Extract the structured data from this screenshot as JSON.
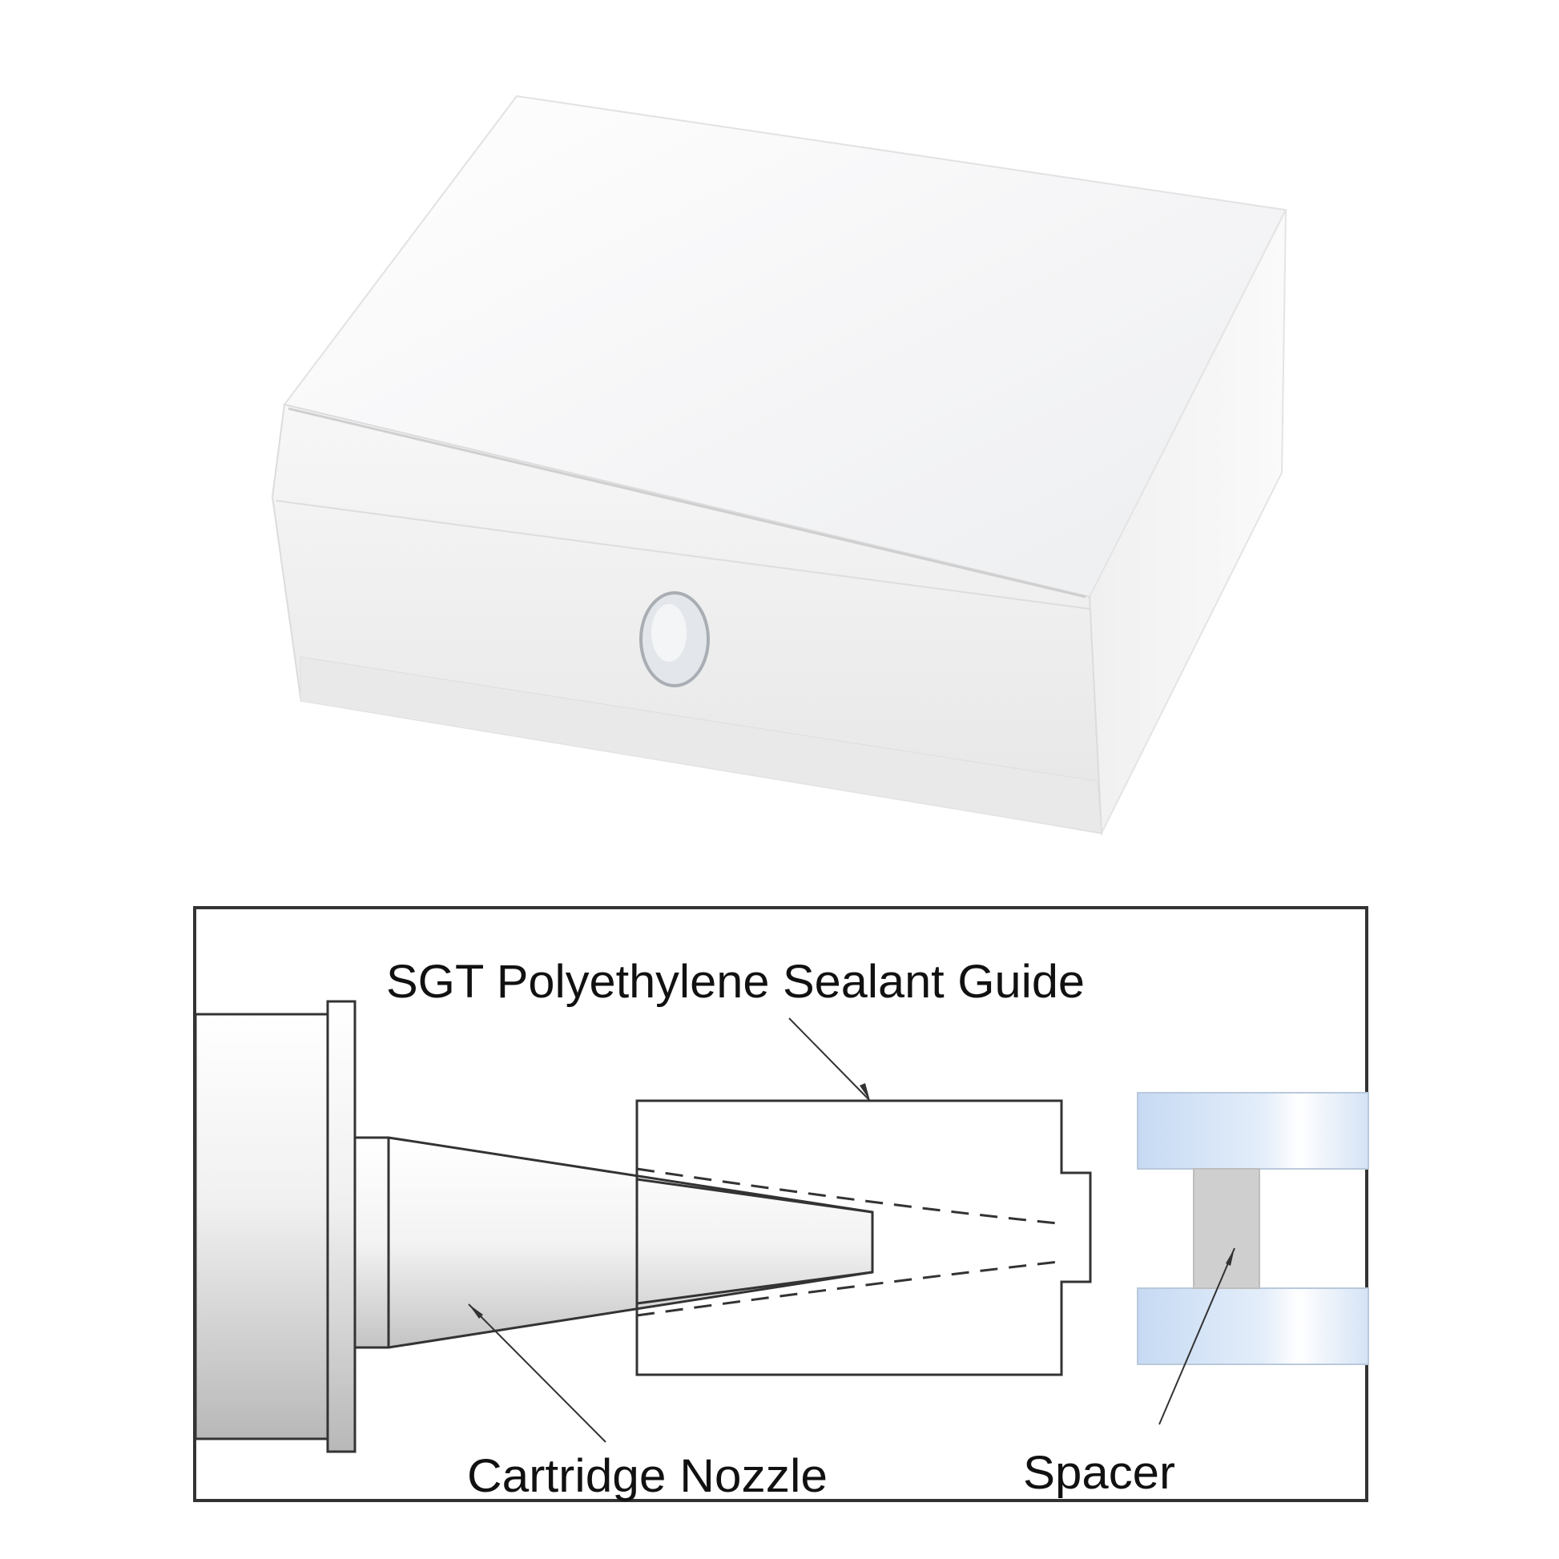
{
  "photo": {
    "subject": "white polyethylene sealant guide block",
    "icon": "product-photo"
  },
  "diagram": {
    "labels": {
      "guide": "SGT Polyethylene Sealant Guide",
      "nozzle": "Cartridge Nozzle",
      "spacer": "Spacer"
    },
    "colors": {
      "outline": "#222222",
      "glass": "#c9dcf2",
      "spacer": "#cfcfcf",
      "metal_light": "#f2f2f2",
      "metal_dark": "#bdbdbd"
    }
  }
}
